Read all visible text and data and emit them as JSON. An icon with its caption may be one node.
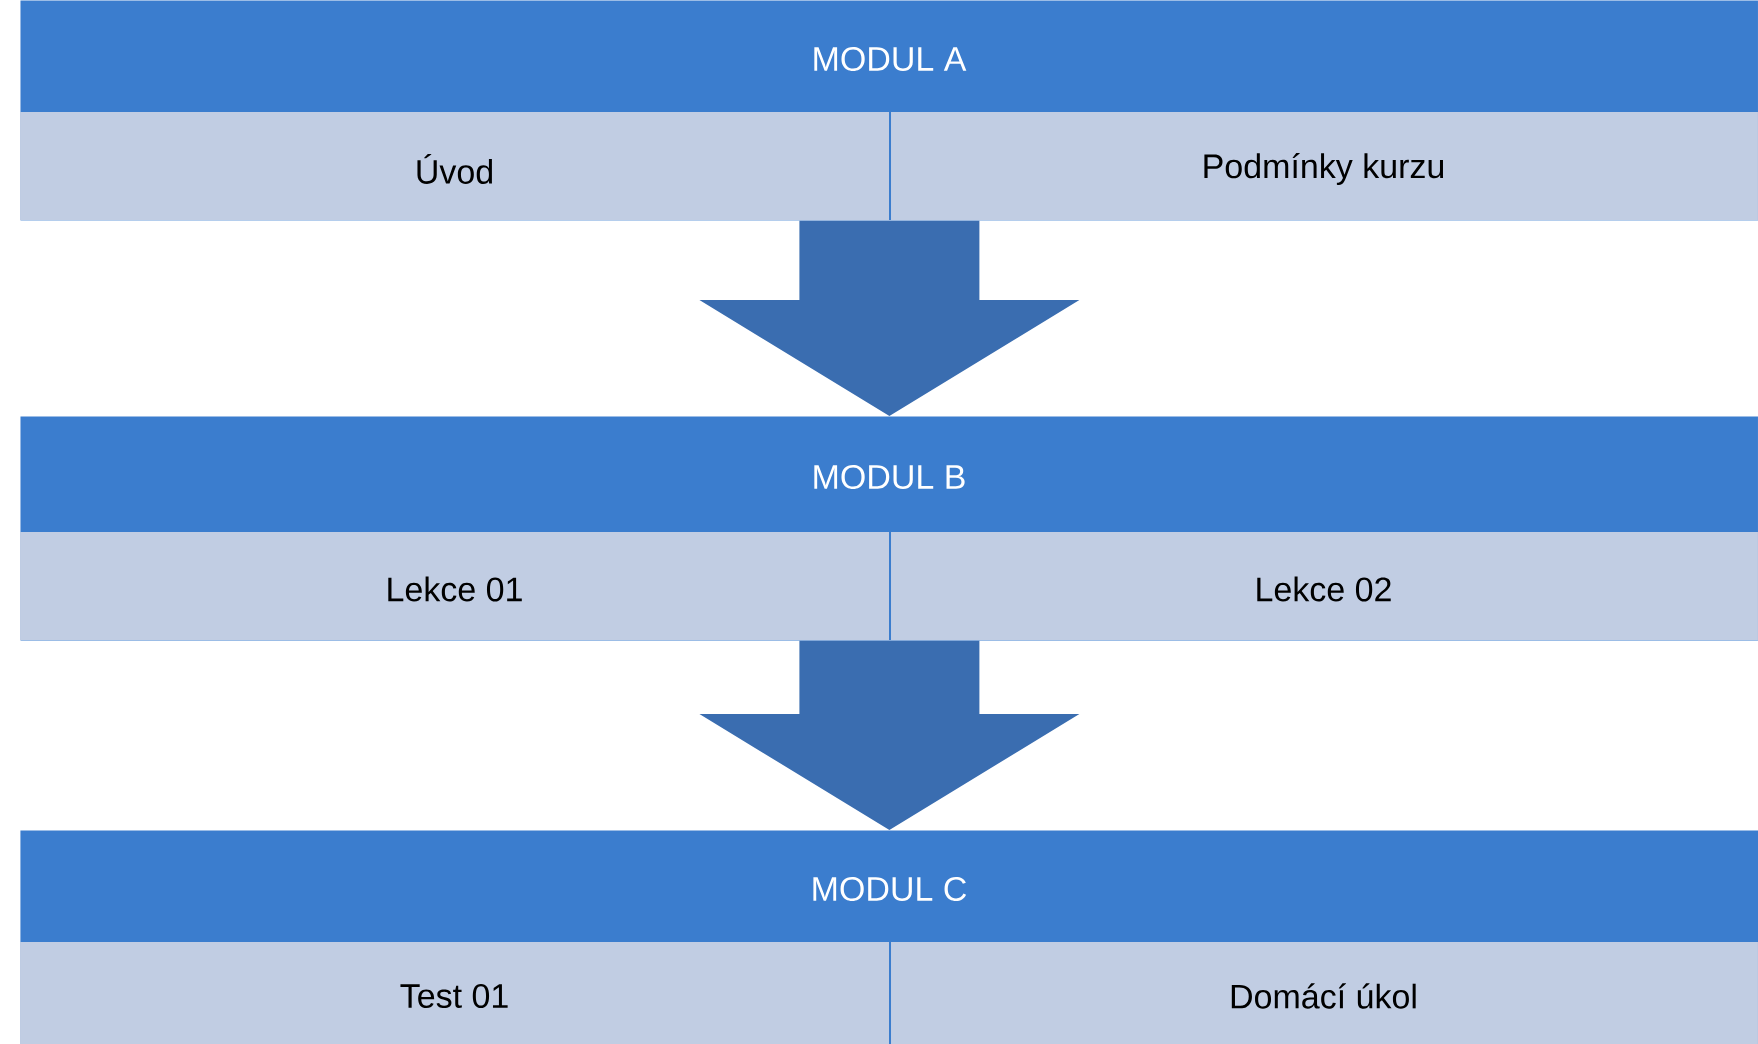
{
  "diagram": {
    "nodes": [
      {
        "text": [
          "MODUL A",
          "Úvod",
          "Podmínky kurzu"
        ]
      },
      {
        "text": [
          "MODUL B",
          "Lekce 01",
          "Lekce 02"
        ]
      },
      {
        "text": [
          "MODUL C",
          "Test 01",
          "Domácí úkol"
        ]
      }
    ],
    "edges": [
      {
        "from": 0,
        "to": 1,
        "arrow": "to"
      },
      {
        "from": 1,
        "to": 2,
        "arrow": "to"
      }
    ]
  }
}
